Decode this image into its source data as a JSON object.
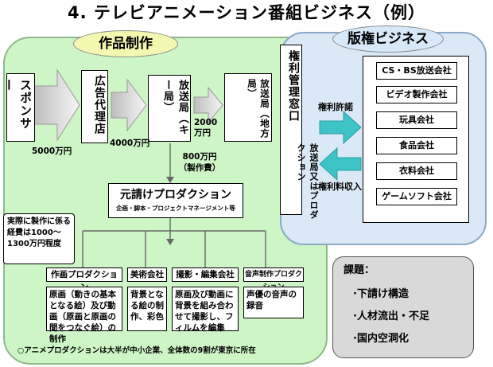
{
  "title": "4. テレビアニメーション番組ビジネス（例）",
  "production_panel": {
    "label": "作品制作"
  },
  "rights_panel": {
    "label": "版権ビジネス"
  },
  "flow": {
    "sponsor": "スポンサー",
    "agency": "広告代理店",
    "key_station": "放送局（キー局）",
    "local_station": "放送局（地方局）",
    "prime_producer": "元請けプロダクション",
    "prime_producer_sub": "企画・脚本・プロジェクトマネージメント等",
    "rights_office": "権利管理窓口",
    "rights_office_sub": "放送局又はプロダクション"
  },
  "amounts": {
    "sponsor_to_agency": "5000万円",
    "agency_to_station": "4000万円",
    "station_to_local": "2000万円",
    "station_to_producer": "800万円（製作費）"
  },
  "cost_note": "実際に製作に係る経費は1000～1300万円程度",
  "rights_flow": {
    "license": "権利許諾",
    "fee": "権利料収入"
  },
  "companies": [
    "CS・BS放送会社",
    "ビデオ製作会社",
    "玩具会社",
    "食品会社",
    "衣料会社",
    "ゲームソフト会社"
  ],
  "subcontractors": [
    {
      "label": "作画プロダクション",
      "desc": "原画（動きの基本となる絵）及び動画（原画と原画の間をつなぐ絵）の制作"
    },
    {
      "label": "美術会社",
      "desc": "背景となる絵の制作、彩色"
    },
    {
      "label": "撮影・編集会社",
      "desc": "原画及び動画に背景を組み合わせて撮影し、フィルムを編集"
    },
    {
      "label": "音声制作プロダクション",
      "desc": "声優の音声の録音"
    }
  ],
  "footnote": "○アニメプロダクションは大半が中小企業、全体数の9割が東京に所在",
  "issues": {
    "heading": "課題：",
    "items": [
      "·下請け構造",
      "·人材流出・不足",
      "·国内空洞化"
    ]
  },
  "colors": {
    "production_bg": "#cdf5c6",
    "rights_bg": "#dbe9f7",
    "production_label_bg": "#f3f7b0",
    "issue_bg": "#d9d9d9",
    "arrow_teal": "#3ec3c7"
  }
}
